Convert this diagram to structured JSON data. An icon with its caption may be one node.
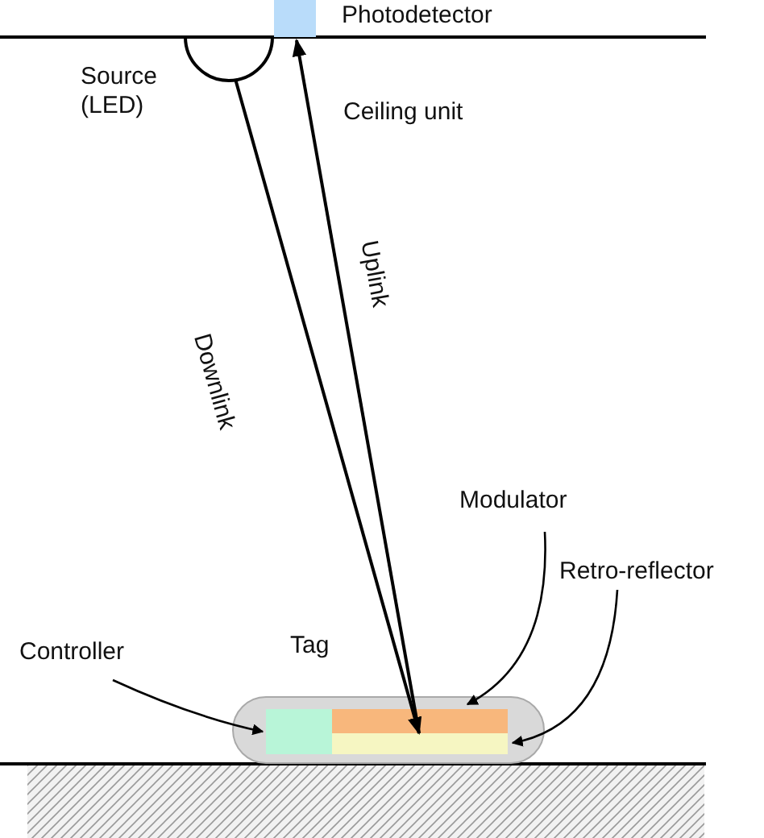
{
  "diagram": {
    "nodes": [
      {
        "text": [
          "Source (LED)"
        ]
      },
      {
        "text": [
          "Photodetector"
        ]
      },
      {
        "text": [
          "Tag"
        ]
      },
      {
        "text": [],
        "shape": "box",
        "in": 2
      },
      {
        "text": [],
        "shape": "box",
        "in": 2
      },
      {
        "text": [],
        "shape": "box",
        "in": 2
      },
      {
        "text": [
          "Controller"
        ]
      },
      {
        "text": [
          "Modulator"
        ]
      },
      {
        "text": [
          "Retro-reflector"
        ]
      }
    ],
    "edges": [
      {
        "from": 0,
        "to": 4,
        "arrow": "to",
        "label": "Downlink"
      },
      {
        "from": 4,
        "to": 1,
        "arrow": "to",
        "label": "Uplink"
      },
      {
        "from": 6,
        "to": 3,
        "arrow": "to"
      },
      {
        "from": 7,
        "to": 4,
        "arrow": "to"
      },
      {
        "from": 8,
        "to": 5,
        "arrow": "to"
      }
    ],
    "labels": [
      "Ceiling unit"
    ]
  }
}
